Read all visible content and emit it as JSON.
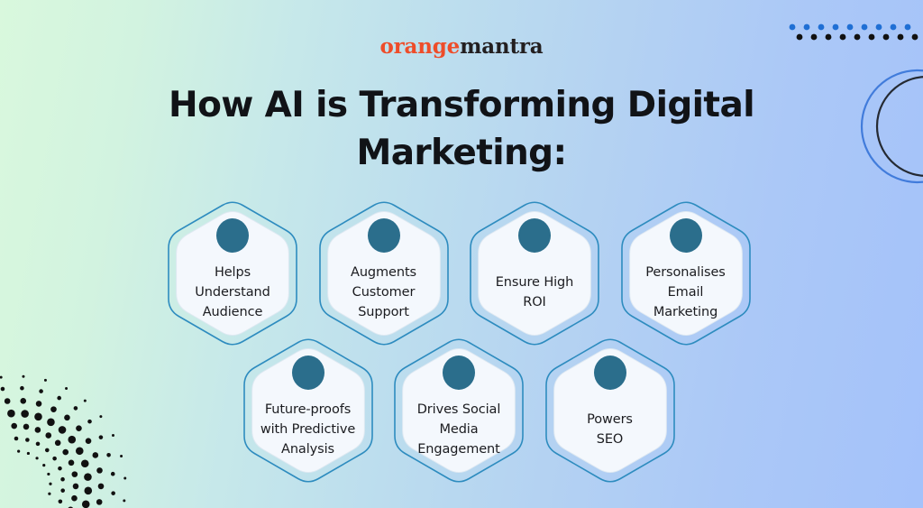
{
  "brand": {
    "logo_orange": "orange",
    "logo_dark": "mantra",
    "orange_color": "#ee4d2a",
    "dark_color": "#231f20"
  },
  "header": {
    "title_line1": "How AI is Transforming Digital",
    "title_line2": "Marketing:",
    "title_color": "#111317"
  },
  "theme": {
    "accent_teal": "#2b6e8c",
    "hex_stroke": "#2e8cbf",
    "hex_fill": "#f4f8fd",
    "bg_start": "#d9f8dd",
    "bg_mid": "#bcddee",
    "bg_end": "#a4c2fa",
    "dot_blue": "#1f6fd4",
    "dot_black": "#111111"
  },
  "hexagons": [
    {
      "id": "helps-understand-audience",
      "lines": [
        "Helps",
        "Understand",
        "Audience"
      ],
      "row": 1,
      "col": 1
    },
    {
      "id": "augments-customer-support",
      "lines": [
        "Augments",
        "Customer",
        "Support"
      ],
      "row": 1,
      "col": 2
    },
    {
      "id": "ensure-high-roi",
      "lines": [
        "Ensure High",
        "ROI"
      ],
      "row": 1,
      "col": 3
    },
    {
      "id": "personalises-email-marketing",
      "lines": [
        "Personalises",
        "Email",
        "Marketing"
      ],
      "row": 1,
      "col": 4
    },
    {
      "id": "future-proofs-with-predictive-analysis",
      "lines": [
        "Future-proofs",
        "with Predictive",
        "Analysis"
      ],
      "row": 2,
      "col": 1
    },
    {
      "id": "drives-social-media-engagement",
      "lines": [
        "Drives Social",
        "Media",
        "Engagement"
      ],
      "row": 2,
      "col": 2
    },
    {
      "id": "powers-seo",
      "lines": [
        "Powers",
        "SEO"
      ],
      "row": 2,
      "col": 3
    }
  ],
  "decorations": {
    "dots_top_right": {
      "columns": 9,
      "rows": 2,
      "spacing": 16
    },
    "rings_right": {
      "count": 2
    },
    "halftone_bottom_left": {
      "shape": "crescent-swirl"
    }
  }
}
